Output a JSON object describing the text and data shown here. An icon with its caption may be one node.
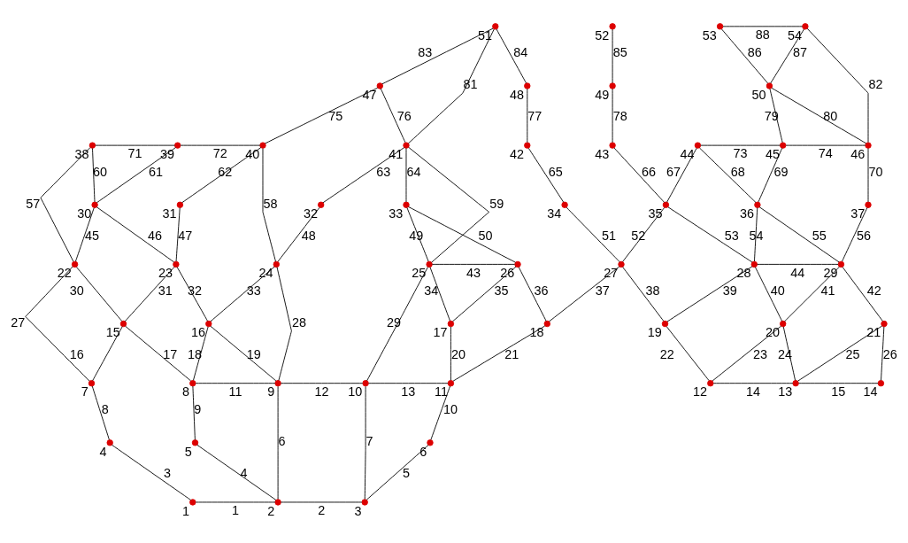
{
  "diagram": {
    "nodes": [
      {
        "text": [],
        "shape": "circle",
        "beside": [
          "1"
        ]
      },
      {
        "text": [],
        "shape": "circle",
        "beside": [
          "2"
        ]
      },
      {
        "text": [],
        "shape": "circle",
        "beside": [
          "3"
        ]
      },
      {
        "text": [],
        "shape": "circle",
        "beside": [
          "4"
        ]
      },
      {
        "text": [],
        "shape": "circle",
        "beside": [
          "5"
        ]
      },
      {
        "text": [],
        "shape": "circle",
        "beside": [
          "6"
        ]
      },
      {
        "text": [],
        "shape": "circle",
        "beside": [
          "7"
        ]
      },
      {
        "text": [],
        "shape": "circle",
        "beside": [
          "8"
        ]
      },
      {
        "text": [],
        "shape": "circle",
        "beside": [
          "9"
        ]
      },
      {
        "text": [],
        "shape": "circle",
        "beside": [
          "10"
        ]
      },
      {
        "text": [],
        "shape": "circle",
        "beside": [
          "11"
        ]
      },
      {
        "text": [],
        "shape": "circle",
        "beside": [
          "12"
        ]
      },
      {
        "text": [],
        "shape": "circle",
        "beside": [
          "13"
        ]
      },
      {
        "text": [],
        "shape": "circle",
        "beside": [
          "14"
        ]
      },
      {
        "text": [],
        "shape": "circle",
        "beside": [
          "15"
        ]
      },
      {
        "text": [],
        "shape": "circle",
        "beside": [
          "16"
        ]
      },
      {
        "text": [],
        "shape": "circle",
        "beside": [
          "17"
        ]
      },
      {
        "text": [],
        "shape": "circle",
        "beside": [
          "18"
        ]
      },
      {
        "text": [],
        "shape": "circle",
        "beside": [
          "19"
        ]
      },
      {
        "text": [],
        "shape": "circle",
        "beside": [
          "20"
        ]
      },
      {
        "text": [],
        "shape": "circle",
        "beside": [
          "21"
        ]
      },
      {
        "text": [],
        "shape": "circle",
        "beside": [
          "22"
        ]
      },
      {
        "text": [],
        "shape": "circle",
        "beside": [
          "23"
        ]
      },
      {
        "text": [],
        "shape": "circle",
        "beside": [
          "24"
        ]
      },
      {
        "text": [],
        "shape": "circle",
        "beside": [
          "25"
        ]
      },
      {
        "text": [],
        "shape": "circle",
        "beside": [
          "26"
        ]
      },
      {
        "text": [],
        "shape": "circle",
        "beside": [
          "27"
        ]
      },
      {
        "text": [],
        "shape": "circle",
        "beside": [
          "28"
        ]
      },
      {
        "text": [],
        "shape": "circle",
        "beside": [
          "29"
        ]
      },
      {
        "text": [],
        "shape": "circle",
        "beside": [
          "30"
        ]
      },
      {
        "text": [],
        "shape": "circle",
        "beside": [
          "31"
        ]
      },
      {
        "text": [],
        "shape": "circle",
        "beside": [
          "32"
        ]
      },
      {
        "text": [],
        "shape": "circle",
        "beside": [
          "33"
        ]
      },
      {
        "text": [],
        "shape": "circle",
        "beside": [
          "34"
        ]
      },
      {
        "text": [],
        "shape": "circle",
        "beside": [
          "35"
        ]
      },
      {
        "text": [],
        "shape": "circle",
        "beside": [
          "36"
        ]
      },
      {
        "text": [],
        "shape": "circle",
        "beside": [
          "37"
        ]
      },
      {
        "text": [],
        "shape": "circle",
        "beside": [
          "38"
        ]
      },
      {
        "text": [],
        "shape": "circle",
        "beside": [
          "39"
        ]
      },
      {
        "text": [],
        "shape": "circle",
        "beside": [
          "40"
        ]
      },
      {
        "text": [],
        "shape": "circle",
        "beside": [
          "41"
        ]
      },
      {
        "text": [],
        "shape": "circle",
        "beside": [
          "42"
        ]
      },
      {
        "text": [],
        "shape": "circle",
        "beside": [
          "43"
        ]
      },
      {
        "text": [],
        "shape": "circle",
        "beside": [
          "44"
        ]
      },
      {
        "text": [],
        "shape": "circle",
        "beside": [
          "45"
        ]
      },
      {
        "text": [],
        "shape": "circle",
        "beside": [
          "46"
        ]
      },
      {
        "text": [],
        "shape": "circle",
        "beside": [
          "47"
        ]
      },
      {
        "text": [],
        "shape": "circle",
        "beside": [
          "48"
        ]
      },
      {
        "text": [],
        "shape": "circle",
        "beside": [
          "49"
        ]
      },
      {
        "text": [],
        "shape": "circle",
        "beside": [
          "50"
        ]
      },
      {
        "text": [],
        "shape": "circle",
        "beside": [
          "51"
        ]
      },
      {
        "text": [],
        "shape": "circle",
        "beside": [
          "52"
        ]
      },
      {
        "text": [],
        "shape": "circle",
        "beside": [
          "53"
        ]
      },
      {
        "text": [],
        "shape": "circle",
        "beside": [
          "54"
        ]
      }
    ],
    "edges": [
      {
        "from": 0,
        "to": 1,
        "arrow": "none",
        "label": "1"
      },
      {
        "from": 1,
        "to": 2,
        "arrow": "none",
        "label": "2"
      },
      {
        "from": 0,
        "to": 3,
        "arrow": "none",
        "label": "3"
      },
      {
        "from": 1,
        "to": 4,
        "arrow": "none",
        "label": "4"
      },
      {
        "from": 2,
        "to": 5,
        "arrow": "none",
        "label": "5"
      },
      {
        "from": 1,
        "to": 8,
        "arrow": "none",
        "label": "6"
      },
      {
        "from": 2,
        "to": 9,
        "arrow": "none",
        "label": "7"
      },
      {
        "from": 3,
        "to": 6,
        "arrow": "none",
        "label": "8"
      },
      {
        "from": 4,
        "to": 7,
        "arrow": "none",
        "label": "9"
      },
      {
        "from": 5,
        "to": 10,
        "arrow": "none",
        "label": "10"
      },
      {
        "from": 7,
        "to": 8,
        "arrow": "none",
        "label": "11"
      },
      {
        "from": 8,
        "to": 9,
        "arrow": "none",
        "label": "12"
      },
      {
        "from": 9,
        "to": 10,
        "arrow": "none",
        "label": "13"
      },
      {
        "from": 11,
        "to": 12,
        "arrow": "none",
        "label": "14"
      },
      {
        "from": 12,
        "to": 13,
        "arrow": "none",
        "label": "15"
      },
      {
        "from": 6,
        "to": 14,
        "arrow": "none",
        "label": "16"
      },
      {
        "from": 7,
        "to": 14,
        "arrow": "none",
        "label": "17"
      },
      {
        "from": 7,
        "to": 15,
        "arrow": "none",
        "label": "18"
      },
      {
        "from": 8,
        "to": 15,
        "arrow": "none",
        "label": "19"
      },
      {
        "from": 10,
        "to": 16,
        "arrow": "none",
        "label": "20"
      },
      {
        "from": 10,
        "to": 17,
        "arrow": "none",
        "label": "21"
      },
      {
        "from": 11,
        "to": 18,
        "arrow": "none",
        "label": "22"
      },
      {
        "from": 11,
        "to": 19,
        "arrow": "none",
        "label": "23"
      },
      {
        "from": 12,
        "to": 19,
        "arrow": "none",
        "label": "24"
      },
      {
        "from": 12,
        "to": 20,
        "arrow": "none",
        "label": "25"
      },
      {
        "from": 13,
        "to": 20,
        "arrow": "none",
        "label": "26"
      },
      {
        "from": 6,
        "to": 21,
        "arrow": "none",
        "label": "27"
      },
      {
        "from": 8,
        "to": 23,
        "arrow": "none",
        "label": "28"
      },
      {
        "from": 9,
        "to": 24,
        "arrow": "none",
        "label": "29"
      },
      {
        "from": 14,
        "to": 21,
        "arrow": "none",
        "label": "30"
      },
      {
        "from": 14,
        "to": 22,
        "arrow": "none",
        "label": "31"
      },
      {
        "from": 15,
        "to": 22,
        "arrow": "none",
        "label": "32"
      },
      {
        "from": 15,
        "to": 23,
        "arrow": "none",
        "label": "33"
      },
      {
        "from": 16,
        "to": 24,
        "arrow": "none",
        "label": "34"
      },
      {
        "from": 16,
        "to": 25,
        "arrow": "none",
        "label": "35"
      },
      {
        "from": 17,
        "to": 25,
        "arrow": "none",
        "label": "36"
      },
      {
        "from": 17,
        "to": 26,
        "arrow": "none",
        "label": "37"
      },
      {
        "from": 18,
        "to": 26,
        "arrow": "none",
        "label": "38"
      },
      {
        "from": 18,
        "to": 27,
        "arrow": "none",
        "label": "39"
      },
      {
        "from": 19,
        "to": 27,
        "arrow": "none",
        "label": "40"
      },
      {
        "from": 19,
        "to": 28,
        "arrow": "none",
        "label": "41"
      },
      {
        "from": 20,
        "to": 28,
        "arrow": "none",
        "label": "42"
      },
      {
        "from": 24,
        "to": 25,
        "arrow": "none",
        "label": "43"
      },
      {
        "from": 27,
        "to": 28,
        "arrow": "none",
        "label": "44"
      },
      {
        "from": 21,
        "to": 29,
        "arrow": "none",
        "label": "45"
      },
      {
        "from": 22,
        "to": 29,
        "arrow": "none",
        "label": "46"
      },
      {
        "from": 22,
        "to": 30,
        "arrow": "none",
        "label": "47"
      },
      {
        "from": 23,
        "to": 31,
        "arrow": "none",
        "label": "48"
      },
      {
        "from": 24,
        "to": 32,
        "arrow": "none",
        "label": "49"
      },
      {
        "from": 25,
        "to": 32,
        "arrow": "none",
        "label": "50"
      },
      {
        "from": 26,
        "to": 33,
        "arrow": "none",
        "label": "51"
      },
      {
        "from": 26,
        "to": 34,
        "arrow": "none",
        "label": "52"
      },
      {
        "from": 27,
        "to": 34,
        "arrow": "none",
        "label": "53"
      },
      {
        "from": 27,
        "to": 35,
        "arrow": "none",
        "label": "54"
      },
      {
        "from": 28,
        "to": 35,
        "arrow": "none",
        "label": "55"
      },
      {
        "from": 28,
        "to": 36,
        "arrow": "none",
        "label": "56"
      },
      {
        "from": 21,
        "to": 37,
        "arrow": "none",
        "label": "57"
      },
      {
        "from": 23,
        "to": 39,
        "arrow": "none",
        "label": "58"
      },
      {
        "from": 24,
        "to": 40,
        "arrow": "none",
        "label": "59"
      },
      {
        "from": 29,
        "to": 37,
        "arrow": "none",
        "label": "60"
      },
      {
        "from": 29,
        "to": 38,
        "arrow": "none",
        "label": "61"
      },
      {
        "from": 30,
        "to": 39,
        "arrow": "none",
        "label": "62"
      },
      {
        "from": 31,
        "to": 40,
        "arrow": "none",
        "label": "63"
      },
      {
        "from": 32,
        "to": 40,
        "arrow": "none",
        "label": "64"
      },
      {
        "from": 33,
        "to": 41,
        "arrow": "none",
        "label": "65"
      },
      {
        "from": 34,
        "to": 42,
        "arrow": "none",
        "label": "66"
      },
      {
        "from": 34,
        "to": 43,
        "arrow": "none",
        "label": "67"
      },
      {
        "from": 35,
        "to": 43,
        "arrow": "none",
        "label": "68"
      },
      {
        "from": 35,
        "to": 44,
        "arrow": "none",
        "label": "69"
      },
      {
        "from": 36,
        "to": 45,
        "arrow": "none",
        "label": "70"
      },
      {
        "from": 37,
        "to": 38,
        "arrow": "none",
        "label": "71"
      },
      {
        "from": 38,
        "to": 39,
        "arrow": "none",
        "label": "72"
      },
      {
        "from": 43,
        "to": 44,
        "arrow": "none",
        "label": "73"
      },
      {
        "from": 44,
        "to": 45,
        "arrow": "none",
        "label": "74"
      },
      {
        "from": 39,
        "to": 46,
        "arrow": "none",
        "label": "75"
      },
      {
        "from": 40,
        "to": 46,
        "arrow": "none",
        "label": "76"
      },
      {
        "from": 41,
        "to": 47,
        "arrow": "none",
        "label": "77"
      },
      {
        "from": 42,
        "to": 48,
        "arrow": "none",
        "label": "78"
      },
      {
        "from": 44,
        "to": 49,
        "arrow": "none",
        "label": "79"
      },
      {
        "from": 45,
        "to": 49,
        "arrow": "none",
        "label": "80"
      },
      {
        "from": 40,
        "to": 50,
        "arrow": "none",
        "label": "81"
      },
      {
        "from": 45,
        "to": 53,
        "arrow": "none",
        "label": "82"
      },
      {
        "from": 46,
        "to": 50,
        "arrow": "none",
        "label": "83"
      },
      {
        "from": 47,
        "to": 50,
        "arrow": "none",
        "label": "84"
      },
      {
        "from": 48,
        "to": 51,
        "arrow": "none",
        "label": "85"
      },
      {
        "from": 49,
        "to": 52,
        "arrow": "none",
        "label": "86"
      },
      {
        "from": 49,
        "to": 53,
        "arrow": "none",
        "label": "87"
      },
      {
        "from": 52,
        "to": 53,
        "arrow": "none",
        "label": "88"
      }
    ]
  }
}
